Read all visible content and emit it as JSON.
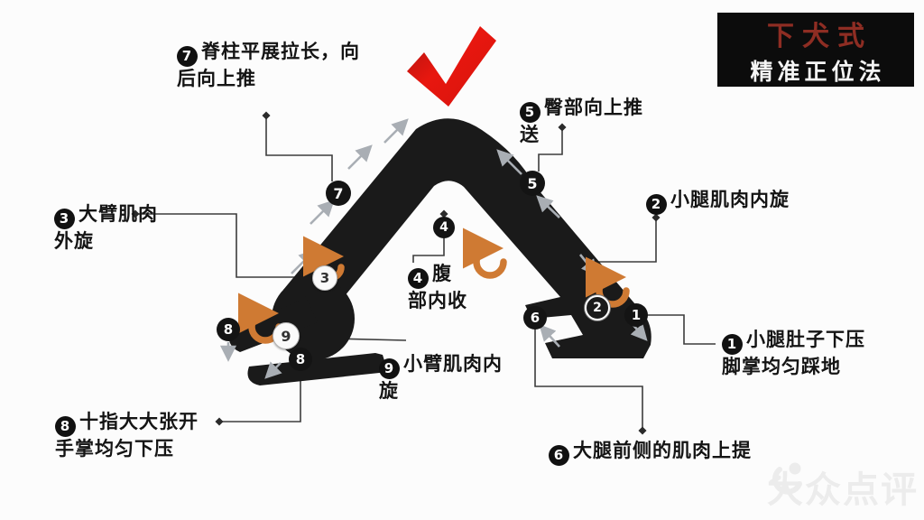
{
  "title": {
    "main": "下犬式",
    "sub": "精准正位法"
  },
  "pose": {
    "name": "downward-dog-silhouette"
  },
  "colors": {
    "body": "#1a1a1a",
    "checkmark": "#e21510",
    "orange": "#cf7a33",
    "gray_arrow": "#a9aeb4",
    "connector": "#3c3c3c",
    "title_bg": "#0c0c0c",
    "title_accent": "#8e2d23"
  },
  "annotations": {
    "a1": {
      "num": "1",
      "line1": "小腿肚子下压",
      "line2": "脚掌均匀踩地"
    },
    "a2": {
      "num": "2",
      "line1": "小腿肌肉内旋",
      "line2": ""
    },
    "a3": {
      "num": "3",
      "line1": "大臂肌肉",
      "line2": "外旋"
    },
    "a4": {
      "num": "4",
      "line1": "腹",
      "line2": "部内收"
    },
    "a5": {
      "num": "5",
      "line1": "臀部向上推",
      "line2": "送"
    },
    "a6": {
      "num": "6",
      "line1": "大腿前侧的肌肉上提",
      "line2": ""
    },
    "a7": {
      "num": "7",
      "line1": "脊柱平展拉长，向",
      "line2": "后向上推"
    },
    "a8": {
      "num": "8",
      "line1": "十指大大张开",
      "line2": "手掌均匀下压"
    },
    "a9": {
      "num": "9",
      "line1": "小臂肌肉内",
      "line2": "旋"
    }
  },
  "watermark": {
    "text": "大众点评"
  }
}
